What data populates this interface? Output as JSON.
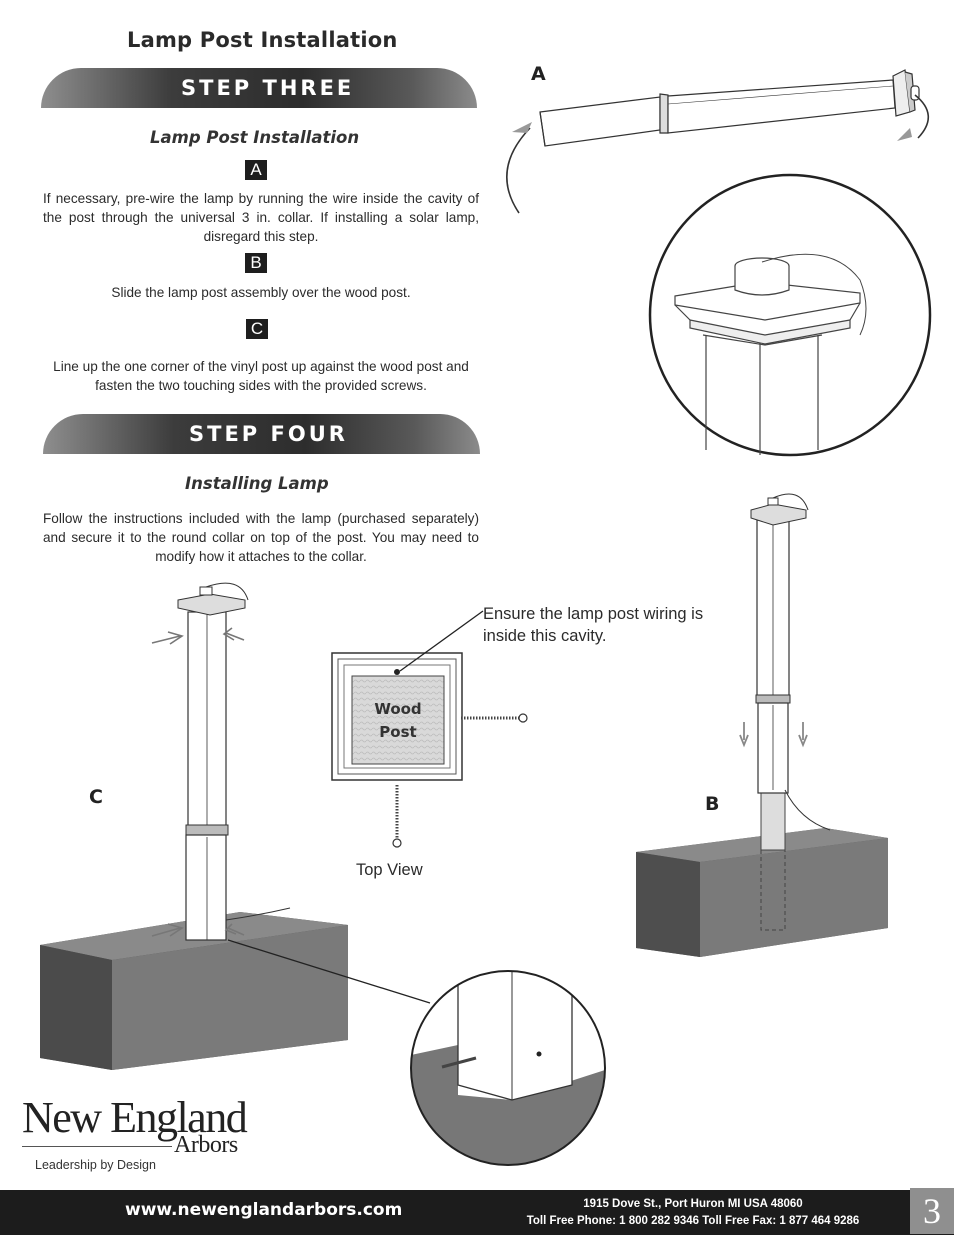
{
  "page_title": "Lamp Post Installation",
  "step_three": {
    "banner": "STEP THREE",
    "subtitle": "Lamp Post Installation",
    "a_label": "A",
    "a_text": "If necessary, pre-wire the lamp by running the wire inside the cavity of the post through the universal 3 in. collar. If installing a solar lamp, disregard this step.",
    "b_label": "B",
    "b_text": "Slide the lamp post assembly over the wood post.",
    "c_label": "C",
    "c_text": "Line up the one corner of the vinyl post up against the wood post and fasten the two touching sides with the provided screws."
  },
  "step_four": {
    "banner": "STEP FOUR",
    "subtitle": "Installing Lamp",
    "text": "Follow the instructions included with the lamp (purchased separately) and secure it to the round collar on top of the post. You may need to modify how it attaches to the collar."
  },
  "figures": {
    "a_label": "A",
    "b_label": "B",
    "c_label": "C",
    "callout": "Ensure the lamp post wiring is inside this cavity.",
    "wood_post_line1": "Wood",
    "wood_post_line2": "Post",
    "top_view": "Top View"
  },
  "logo": {
    "name": "New England",
    "sub": "Arbors",
    "tagline": "Leadership by Design"
  },
  "footer": {
    "url": "www.newenglandarbors.com",
    "address": "1915 Dove St., Port Huron MI  USA  48060",
    "phones": "Toll Free Phone:  1 800 282 9346  Toll Free Fax:  1 877 464 9286",
    "page": "3"
  }
}
